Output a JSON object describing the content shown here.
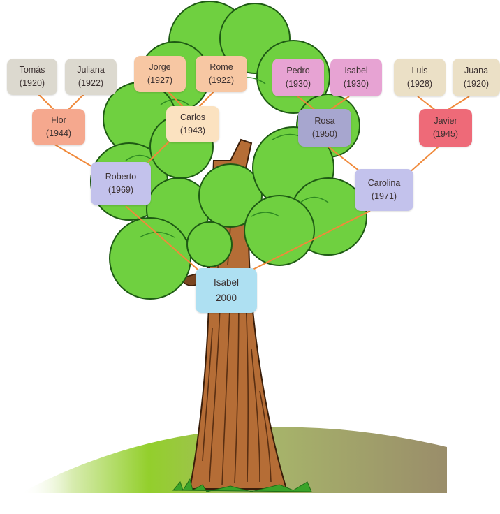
{
  "tree": {
    "colors": {
      "foliage": "#6fcf3f",
      "foliage_dark": "#2f8a24",
      "trunk": "#b06b36",
      "trunk_lines": "#5a2f12",
      "hill_light": "#8fcf2a",
      "hill_dark": "#9c8d66",
      "connector": "#f08a3c",
      "grass": "#3aa329"
    },
    "people": {
      "tomas": {
        "name": "Tomás",
        "year": "(1920)",
        "color": "#dcd9cf"
      },
      "juliana": {
        "name": "Juliana",
        "year": "(1922)",
        "color": "#dcd9cf"
      },
      "jorge": {
        "name": "Jorge",
        "year": "(1927)",
        "color": "#f7c7a3"
      },
      "rome": {
        "name": "Rome",
        "year": "(1922)",
        "color": "#f7c7a3"
      },
      "pedro": {
        "name": "Pedro",
        "year": "(1930)",
        "color": "#e7a3d3"
      },
      "isabel_1930": {
        "name": "Isabel",
        "year": "(1930)",
        "color": "#e7a3d3"
      },
      "luis": {
        "name": "Luis",
        "year": "(1928)",
        "color": "#ebe0c6"
      },
      "juana": {
        "name": "Juana",
        "year": "(1920)",
        "color": "#ebe0c6"
      },
      "flor": {
        "name": "Flor",
        "year": "(1944)",
        "color": "#f5a88e"
      },
      "carlos": {
        "name": "Carlos",
        "year": "(1943)",
        "color": "#fbe2c0"
      },
      "rosa": {
        "name": "Rosa",
        "year": "(1950)",
        "color": "#a7a6cf"
      },
      "javier": {
        "name": "Javier",
        "year": "(1945)",
        "color": "#ee6a78"
      },
      "roberto": {
        "name": "Roberto",
        "year": "(1969)",
        "color": "#c3c2ec"
      },
      "carolina": {
        "name": "Carolina",
        "year": "(1971)",
        "color": "#c3c2ec"
      },
      "isabel_2000": {
        "name": "Isabel",
        "year": "2000",
        "color": "#aee0f2"
      }
    }
  }
}
